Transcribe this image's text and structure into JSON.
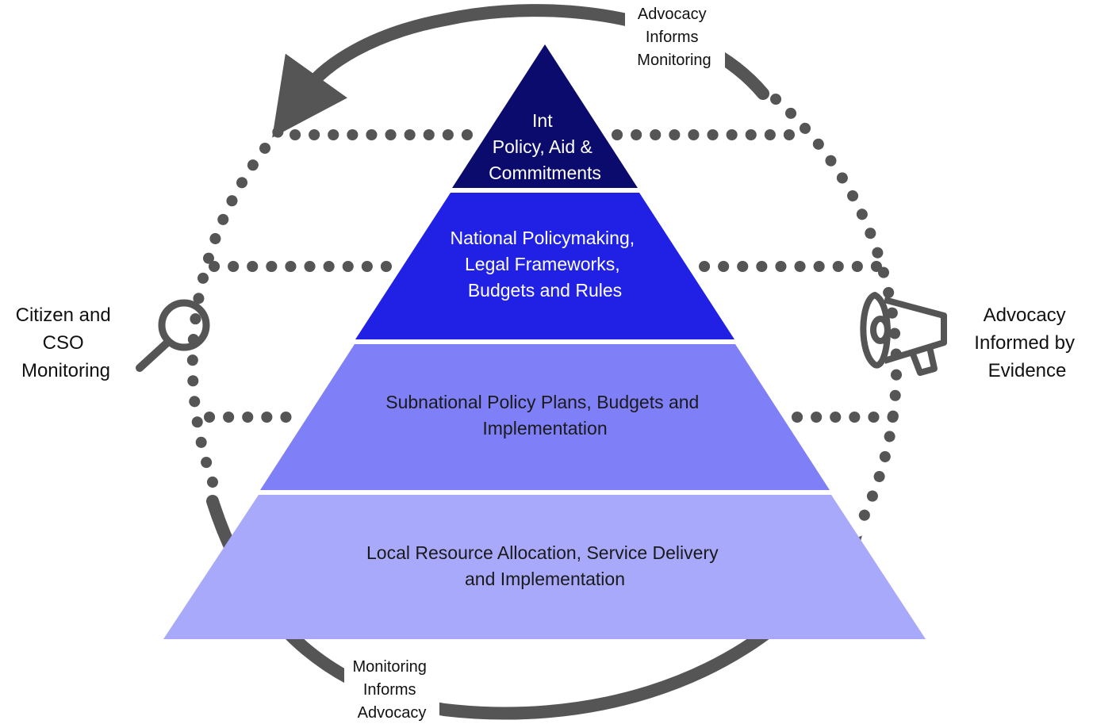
{
  "pyramid": {
    "tiers": [
      {
        "lines": [
          "Int",
          "Policy, Aid &",
          "Commitments"
        ],
        "color": "#0b0b6e",
        "text_color": "#ffffff"
      },
      {
        "lines": [
          "National Policymaking,",
          "Legal Frameworks,",
          "Budgets and Rules"
        ],
        "color": "#2121e6",
        "text_color": "#ffffff"
      },
      {
        "lines": [
          "Subnational Policy Plans, Budgets and",
          "Implementation"
        ],
        "color": "#7f7ff7",
        "text_color": "#1a1a1a"
      },
      {
        "lines": [
          "Local Resource Allocation, Service Delivery",
          "and Implementation"
        ],
        "color": "#a9a9fb",
        "text_color": "#1a1a1a"
      }
    ]
  },
  "left_label": {
    "lines": [
      "Citizen and",
      "CSO",
      "Monitoring"
    ],
    "icon": "magnifier-icon"
  },
  "right_label": {
    "lines": [
      "Advocacy",
      "Informed by",
      "Evidence"
    ],
    "icon": "megaphone-icon"
  },
  "top_arrow_label": {
    "lines": [
      "Advocacy",
      "Informs",
      "Monitoring"
    ]
  },
  "bottom_arrow_label": {
    "lines": [
      "Monitoring",
      "Informs",
      "Advocacy"
    ]
  },
  "colors": {
    "cycle": "#555555",
    "dots": "#555555"
  }
}
